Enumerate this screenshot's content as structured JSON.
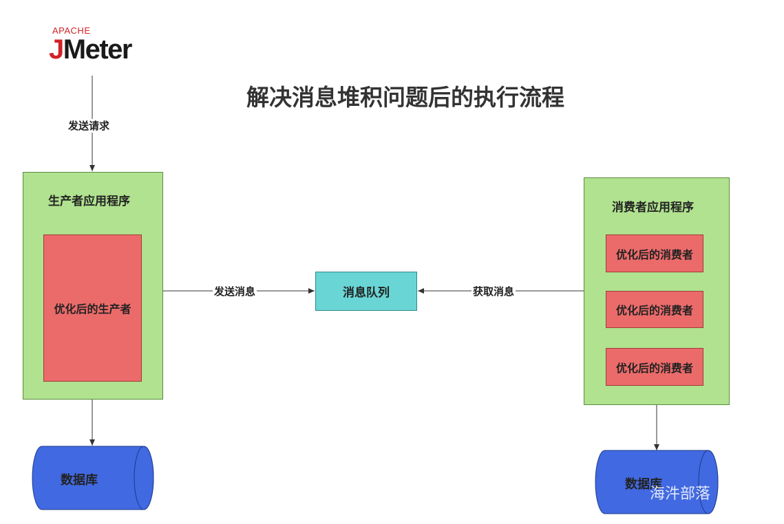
{
  "logo": {
    "apache": "APACHE",
    "j": "J",
    "meter": "Meter"
  },
  "title": "解决消息堆积问题后的执行流程",
  "edges": {
    "send_request": "发送请求",
    "send_message": "发送消息",
    "get_message": "获取消息"
  },
  "producer": {
    "label": "生产者应用程序",
    "inner": "优化后的生产者"
  },
  "queue": {
    "label": "消息队列"
  },
  "consumer": {
    "label": "消费者应用程序",
    "items": [
      "优化后的消费者",
      "优化后的消费者",
      "优化后的消费者"
    ]
  },
  "databases": {
    "left": "数据库",
    "right": "数据库"
  },
  "watermark": "海汼部落",
  "colors": {
    "green": "#b0e28f",
    "red": "#eb6b6a",
    "teal": "#69d5d5",
    "blue": "#4169e1"
  }
}
